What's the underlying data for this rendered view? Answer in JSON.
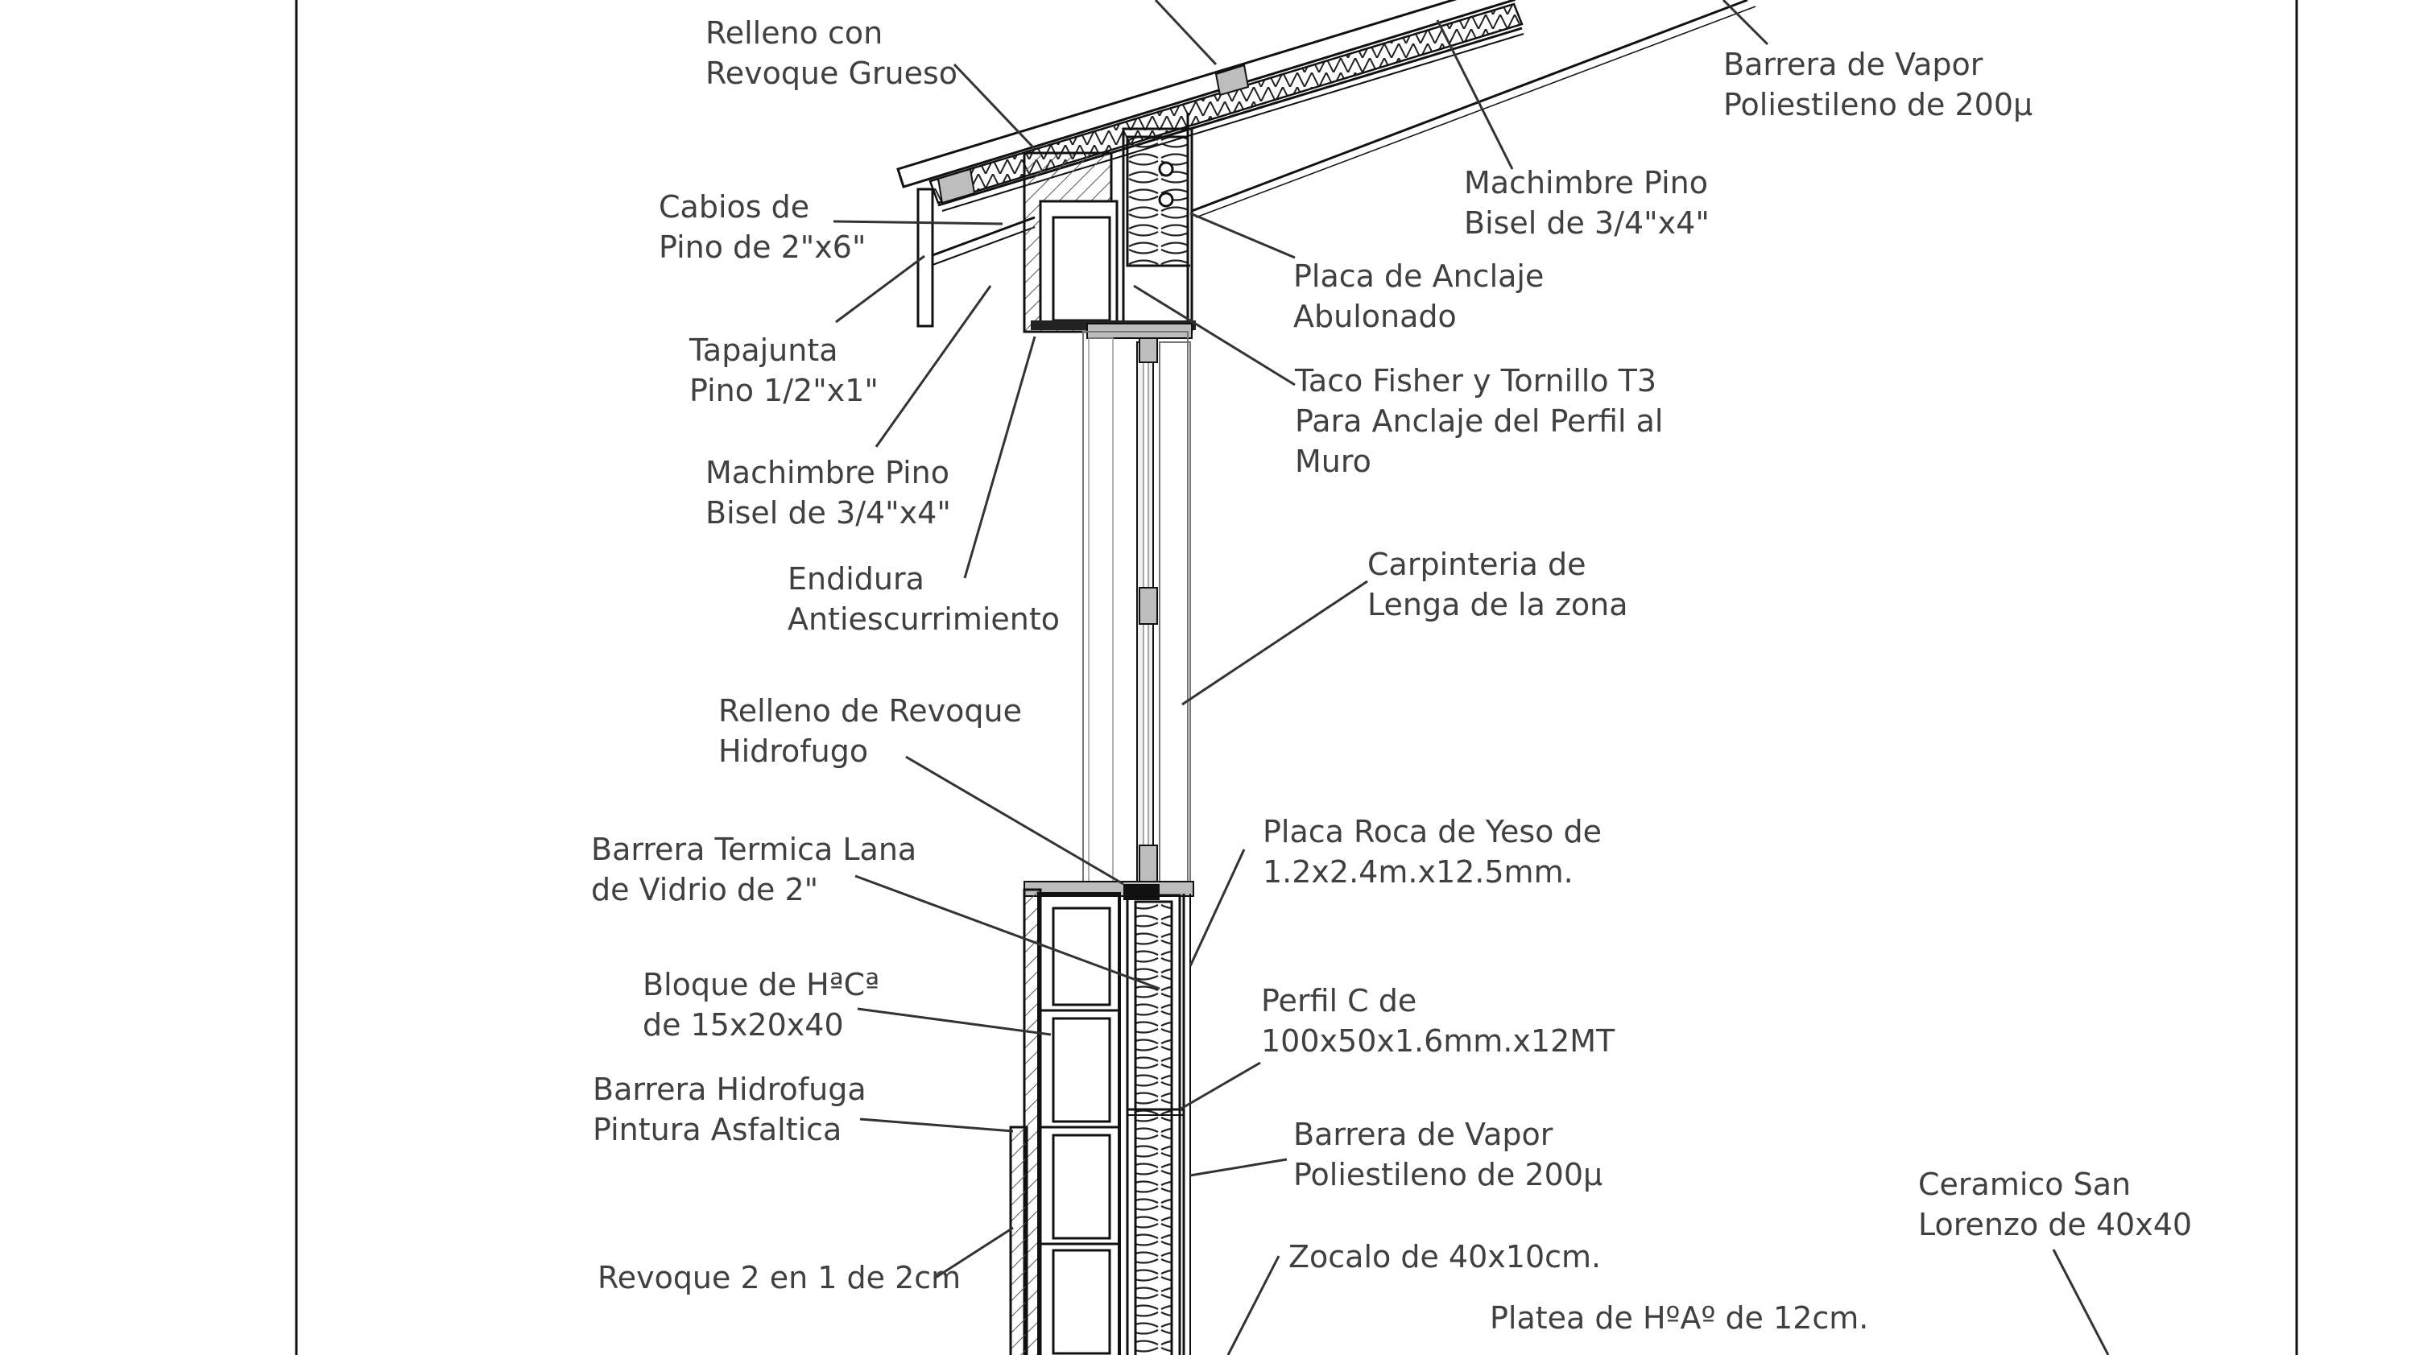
{
  "colors": {
    "ink": "#1a1a1a",
    "text": "#404040",
    "hatch": "#555555",
    "fill_grey": "#bdbdbd",
    "background": "#ffffff"
  },
  "labels": {
    "relleno_revoque_grueso": [
      "Relleno con",
      "Revoque Grueso"
    ],
    "barrera_vapor_top": [
      "Barrera de Vapor",
      "Poliestileno de 200µ"
    ],
    "cabios": [
      "Cabios de",
      "Pino de 2\"x6\""
    ],
    "machimbre_top": [
      "Machimbre Pino",
      "Bisel de 3/4\"x4\""
    ],
    "placa_anclaje": [
      "Placa de Anclaje",
      "Abulonado"
    ],
    "tapajunta": [
      "Tapajunta",
      "Pino 1/2\"x1\""
    ],
    "taco_fisher": [
      "Taco Fisher y Tornillo T3",
      "Para Anclaje del Perfil al",
      "Muro"
    ],
    "machimbre_left": [
      "Machimbre Pino",
      "Bisel de 3/4\"x4\""
    ],
    "endidura": [
      "Endidura",
      "Antiescurrimiento"
    ],
    "carpinteria": [
      "Carpinteria de",
      "Lenga de la zona"
    ],
    "relleno_hidrofugo": [
      "Relleno de Revoque",
      "Hidrofugo"
    ],
    "placa_roca_yeso": [
      "Placa Roca de Yeso de",
      "1.2x2.4m.x12.5mm."
    ],
    "barrera_termica": [
      "Barrera Termica Lana",
      "de Vidrio de 2\""
    ],
    "bloque": [
      "Bloque de HªCª",
      "de 15x20x40"
    ],
    "perfil_c": [
      "Perfil C de",
      "100x50x1.6mm.x12MT"
    ],
    "barrera_hidrofuga": [
      "Barrera Hidrofuga",
      "Pintura Asfaltica"
    ],
    "barrera_vapor_wall": [
      "Barrera de Vapor",
      "Poliestileno de 200µ"
    ],
    "ceramico": [
      "Ceramico San",
      "Lorenzo de 40x40"
    ],
    "revoque_2en1": [
      "Revoque 2 en 1 de 2cm"
    ],
    "zocalo": [
      "Zocalo de 40x10cm."
    ],
    "platea": [
      "Platea de HºAº de 12cm."
    ]
  }
}
